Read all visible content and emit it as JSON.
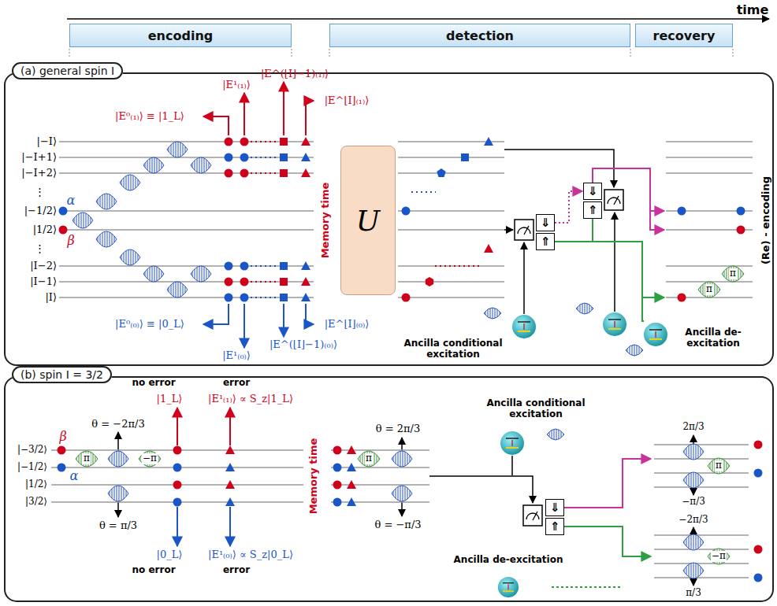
{
  "diagram": {
    "nodes": [
      {
        "text": [
          "encoding"
        ]
      },
      {
        "text": [
          "detection"
        ]
      },
      {
        "text": [
          "recovery"
        ]
      },
      {
        "text": [
          "(a) general spin I"
        ]
      },
      {
        "text": [
          "U"
        ],
        "in": 3
      },
      {
        "text": [
          "⇓"
        ],
        "in": 3
      },
      {
        "text": [
          "⇑"
        ],
        "in": 3
      },
      {
        "text": [
          "⇓"
        ],
        "in": 3
      },
      {
        "text": [
          "⇑"
        ],
        "in": 3
      },
      {
        "text": [
          "(b) spin I = 3/2"
        ]
      },
      {
        "text": [
          "⇓"
        ],
        "in": 9
      },
      {
        "text": [
          "⇑"
        ],
        "in": 9
      }
    ],
    "edges": [
      {
        "from": 5,
        "to": 7,
        "arrow": "to"
      }
    ],
    "labels": [
      "time",
      "|−I⟩",
      "|−I+1⟩",
      "|−I+2⟩",
      "⋮",
      "|−1/2⟩",
      "|1/2⟩",
      "⋮",
      "|I−2⟩",
      "|I−1⟩",
      "|I⟩",
      "α",
      "β",
      "|E⁰₍₁₎⟩ ≡ |1_L⟩",
      "|E¹₍₁₎⟩",
      "|E^(⌊I⌋−1)₍₁₎⟩",
      "|E^⌊I⌋₍₁₎⟩",
      "|E⁰₍₀₎⟩ ≡ |0_L⟩",
      "|E¹₍₀₎⟩",
      "|E^(⌊I⌋−1)₍₀₎⟩",
      "|E^⌊I⌋₍₀₎⟩",
      "Memory time",
      "Ancilla conditional excitation",
      "Ancilla de-excitation",
      "(Re) - encoding",
      "|−3/2⟩",
      "|−1/2⟩",
      "|1/2⟩",
      "|3/2⟩",
      "β",
      "α",
      "π",
      "−π",
      "θ = −2π/3",
      "θ = π/3",
      "no error",
      "error",
      "|1_L⟩",
      "|E¹₍₁₎⟩ ∝ S_z|1_L⟩",
      "|0_L⟩",
      "|E¹₍₀₎⟩ ∝ S_z|0_L⟩",
      "no error",
      "error",
      "Memory time",
      "θ = 2π/3",
      "θ = −π/3",
      "π",
      "Ancilla conditional excitation",
      "Ancilla de-excitation",
      "2π/3",
      "−π/3",
      "−2π/3",
      "π/3",
      "π",
      "−π",
      "π",
      "π"
    ]
  }
}
